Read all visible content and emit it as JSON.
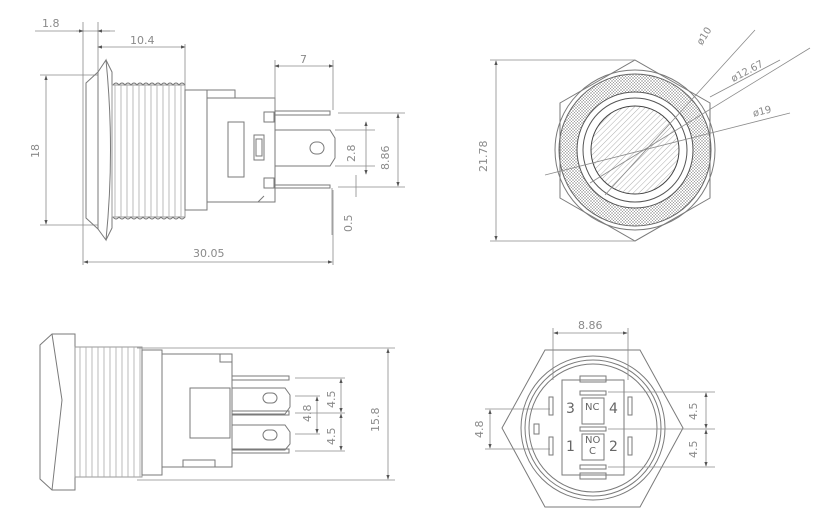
{
  "drawing": {
    "side_view": {
      "dims": {
        "bezel_thickness": "1.8",
        "thread_length": "10.4",
        "terminal_length": "7",
        "head_height": "18",
        "terminal_spacing": "2.8",
        "terminal_span": "8.86",
        "terminal_thickness": "0.5",
        "overall_length": "30.05"
      }
    },
    "front_view": {
      "dims": {
        "hex_across_corners": "21.78",
        "inner_diameter": "ø10",
        "ring_diameter": "ø12.67",
        "outer_diameter": "ø19"
      }
    },
    "bottom_side_view": {
      "dims": {
        "pin_pitch_top": "4.5",
        "pin_pitch_bottom": "4.5",
        "center_spacing": "4.8",
        "body_height": "15.8"
      }
    },
    "rear_view": {
      "dims": {
        "width": "8.86",
        "left_spacing": "4.8",
        "right_pitch_top": "4.5",
        "right_pitch_bottom": "4.5"
      },
      "pins": {
        "p1": "1",
        "p2": "2",
        "p3": "3",
        "p4": "4",
        "nc": "NC",
        "no": "NO",
        "c": "C"
      }
    }
  },
  "colors": {
    "line": "#7a7a7a",
    "text": "#8a8a8a",
    "background": "#ffffff"
  }
}
